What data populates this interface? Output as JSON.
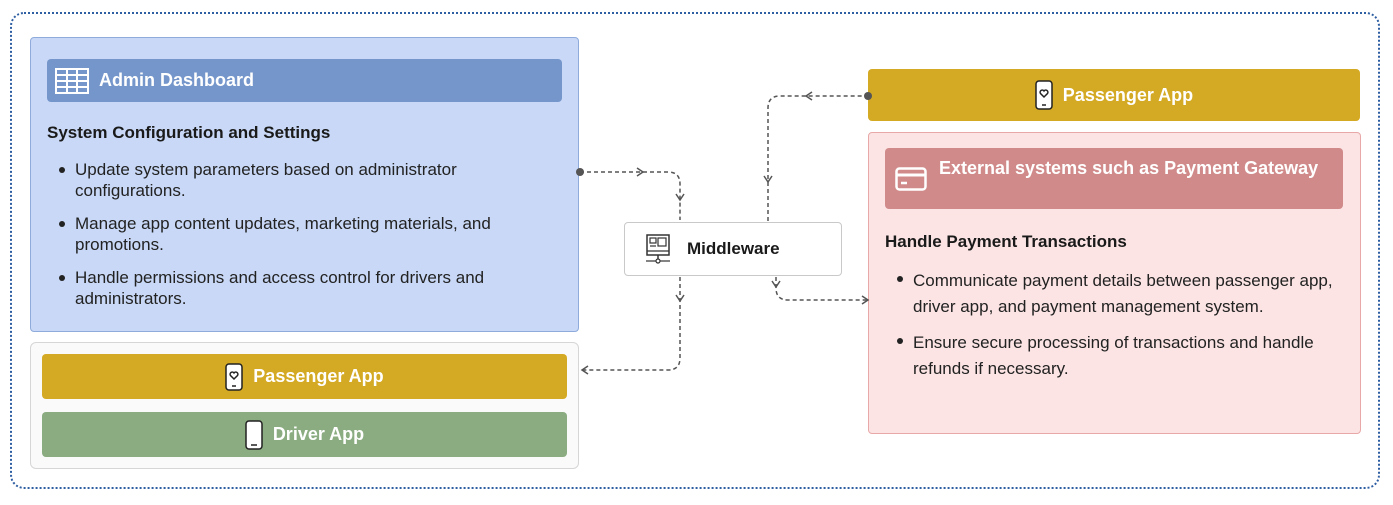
{
  "admin": {
    "header": "Admin Dashboard",
    "section_title": "System Configuration and Settings",
    "items": [
      "Update system parameters based on administrator configurations.",
      "Manage app content updates, marketing materials, and promotions.",
      "Handle permissions and access control for drivers and administrators."
    ]
  },
  "apps": {
    "passenger_label": "Passenger App",
    "driver_label": "Driver App"
  },
  "middleware": {
    "label": "Middleware"
  },
  "top_passenger": {
    "label": "Passenger App"
  },
  "external": {
    "header": "External systems such as Payment Gateway",
    "section_title": "Handle Payment Transactions",
    "items": [
      "Communicate payment details between passenger app, driver app, and payment management system.",
      "Ensure secure processing of transactions and handle refunds if necessary."
    ]
  },
  "colors": {
    "frame_border": "#2f5fa3",
    "admin_bg": "#c8d8f6",
    "admin_header": "#7596cb",
    "passenger": "#d4a923",
    "driver": "#8aac80",
    "external_bg": "#fce4e4",
    "external_header": "#d08a8a"
  },
  "icons": {
    "admin": "table-icon",
    "passenger": "phone-heart-icon",
    "driver": "phone-icon",
    "middleware": "server-icon",
    "external": "credit-card-icon"
  }
}
